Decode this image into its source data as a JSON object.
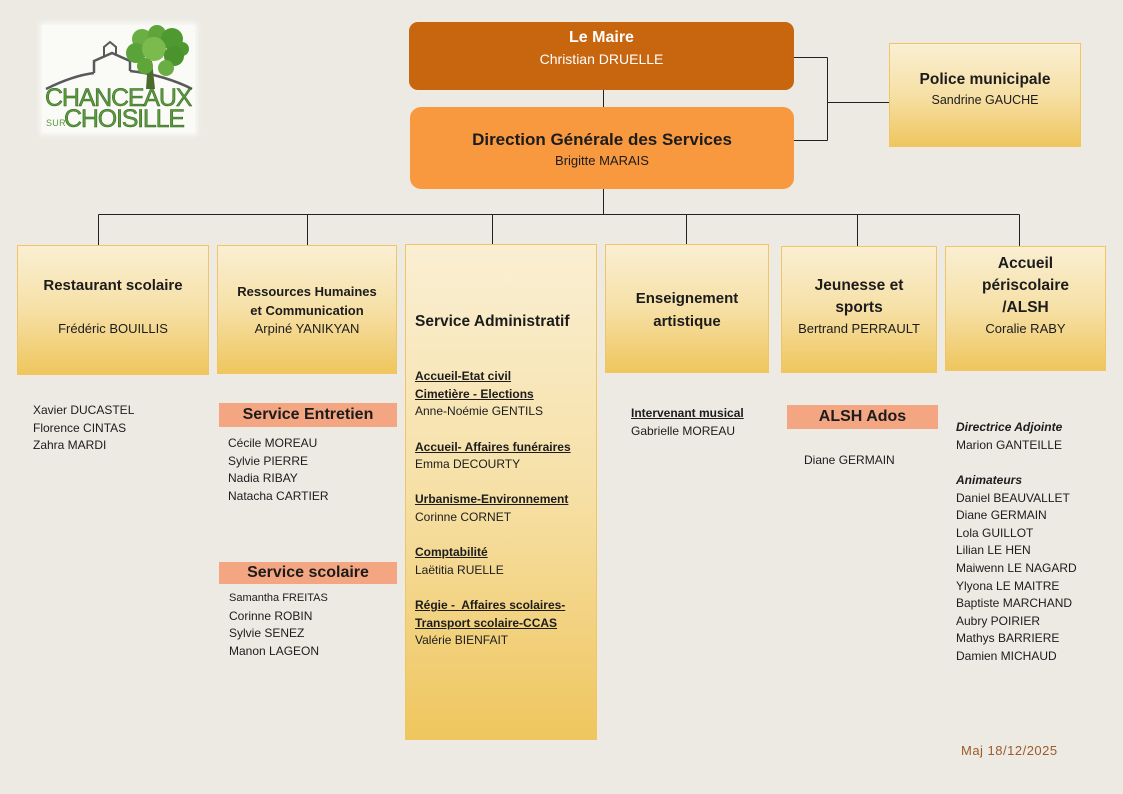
{
  "theme": {
    "page_bg": "#ECEAE3",
    "mayor_bg": "#C8650F",
    "direction_bg": "#F8993F",
    "box_gradient_top": "#FAEFD3",
    "box_gradient_mid": "#F6E0A6",
    "box_gradient_bottom": "#EFC65E",
    "box_border": "#F2C462",
    "subheader_bg": "#F4A682",
    "logo_green": "#5A9B3C",
    "footer_text": "#9A5B2A",
    "connector": "#222222"
  },
  "logo": {
    "name_line1": "CHANCEAUX",
    "name_small": "SUR",
    "name_line2": "CHOISILLE"
  },
  "mayor": {
    "title": "Le Maire",
    "name": "Christian DRUELLE"
  },
  "general_direction": {
    "title": "Direction Générale des Services",
    "name": "Brigitte MARAIS"
  },
  "municipal_police": {
    "title": "Police municipale",
    "name": "Sandrine GAUCHE"
  },
  "departments": {
    "school_restaurant": {
      "title": "Restaurant scolaire",
      "head": "Frédéric BOUILLIS",
      "staff": [
        "Xavier DUCASTEL",
        "Florence CINTAS",
        "Zahra MARDI"
      ]
    },
    "human_resources": {
      "title_lines": [
        "Ressources Humaines",
        "et Communication"
      ],
      "head": "Arpiné YANIKYAN",
      "maintenance": {
        "title": "Service Entretien",
        "staff": [
          "Cécile MOREAU",
          "Sylvie PIERRE",
          "Nadia RIBAY",
          "Natacha CARTIER"
        ]
      },
      "school_service": {
        "title": "Service scolaire",
        "staff": [
          "Samantha FREITAS",
          "Corinne ROBIN",
          "Sylvie SENEZ",
          "Manon LAGEON"
        ]
      }
    },
    "administration": {
      "title": "Service Administratif",
      "sections": [
        {
          "heading_lines": [
            "Accueil-Etat civil",
            "Cimetière - Elections"
          ],
          "person": "Anne-Noémie GENTILS"
        },
        {
          "heading_lines": [
            "Accueil- Affaires funéraires"
          ],
          "person": "Emma DECOURTY"
        },
        {
          "heading_lines": [
            "Urbanisme-Environnement"
          ],
          "person": "Corinne CORNET"
        },
        {
          "heading_lines": [
            "Comptabilité"
          ],
          "person": "Laëtitia RUELLE"
        },
        {
          "heading_lines": [
            "Régie -  Affaires scolaires-",
            "Transport scolaire-CCAS"
          ],
          "person": "Valérie BIENFAIT"
        }
      ]
    },
    "arts_education": {
      "title_lines": [
        "Enseignement",
        "artistique"
      ],
      "role": "Intervenant musical",
      "staff": [
        "Gabrielle MOREAU"
      ]
    },
    "youth_sports": {
      "title_lines": [
        "Jeunesse et",
        "sports"
      ],
      "head": "Bertrand PERRAULT",
      "teen_center": {
        "title": "ALSH Ados",
        "staff": [
          "Diane GERMAIN"
        ]
      }
    },
    "afterschool": {
      "title_lines": [
        "Accueil",
        "périscolaire",
        "/ALSH"
      ],
      "head": "Coralie RABY",
      "deputy_label": "Directrice Adjointe",
      "deputy": "Marion GANTEILLE",
      "animators_label": "Animateurs",
      "animators": [
        "Daniel BEAUVALLET",
        "Diane GERMAIN",
        "Lola GUILLOT",
        "Lilian LE HEN",
        "Maiwenn LE NAGARD",
        "Ylyona LE MAITRE",
        "Baptiste MARCHAND",
        "Aubry POIRIER",
        "Mathys BARRIERE",
        "Damien MICHAUD"
      ]
    }
  },
  "footer": {
    "update": "Maj 18/12/2025"
  }
}
